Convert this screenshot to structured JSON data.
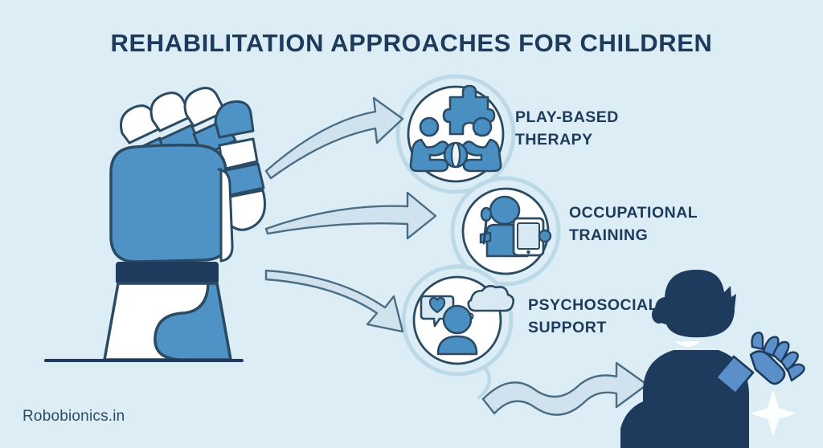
{
  "page": {
    "title": "REHABILITATION APPROACHES FOR CHILDREN",
    "watermark": "Robobionics.in",
    "background_color": "#dcedf5",
    "title_color": "#1e3a5c"
  },
  "colors": {
    "background": "#dcedf5",
    "dark_navy": "#1e3a5c",
    "outline": "#2b4a63",
    "icon_blue": "#4a8fc2",
    "mid_blue": "#4e92c6",
    "pale_blue": "#c5dcea",
    "arrow_fill": "#cfe2ee",
    "arrow_stroke": "#4a6d84",
    "white": "#ffffff",
    "prosthetic_blue": "#5b8fc9"
  },
  "steps": [
    {
      "id": "play-based-therapy",
      "label": "PLAY-BASED\nTHERAPY",
      "icon": "children-playing-puzzle-ball-icon",
      "order": 1
    },
    {
      "id": "occupational-training",
      "label": "OCCUPATIONAL\nTRAINING",
      "icon": "person-spoon-tablet-icon",
      "order": 2
    },
    {
      "id": "psychosocial-support",
      "label": "PSYCHOSOCIAL\nSUPPORT",
      "icon": "person-heart-bubble-thought-cloud-icon",
      "order": 3
    }
  ],
  "illustrations": {
    "robotic_hand": "robotic-prosthetic-hand-fist",
    "child": "waving-child-with-prosthetic-arm",
    "sparkle": "sparkle-star",
    "ground_line": "ground-line"
  },
  "arrows": [
    {
      "id": "arrow-to-play-based-therapy",
      "shape": "curved-up-right"
    },
    {
      "id": "arrow-to-occupational-training",
      "shape": "curved-right"
    },
    {
      "id": "arrow-to-psychosocial-support",
      "shape": "curved-down-right"
    },
    {
      "id": "arrow-to-child",
      "shape": "wavy-right"
    }
  ]
}
